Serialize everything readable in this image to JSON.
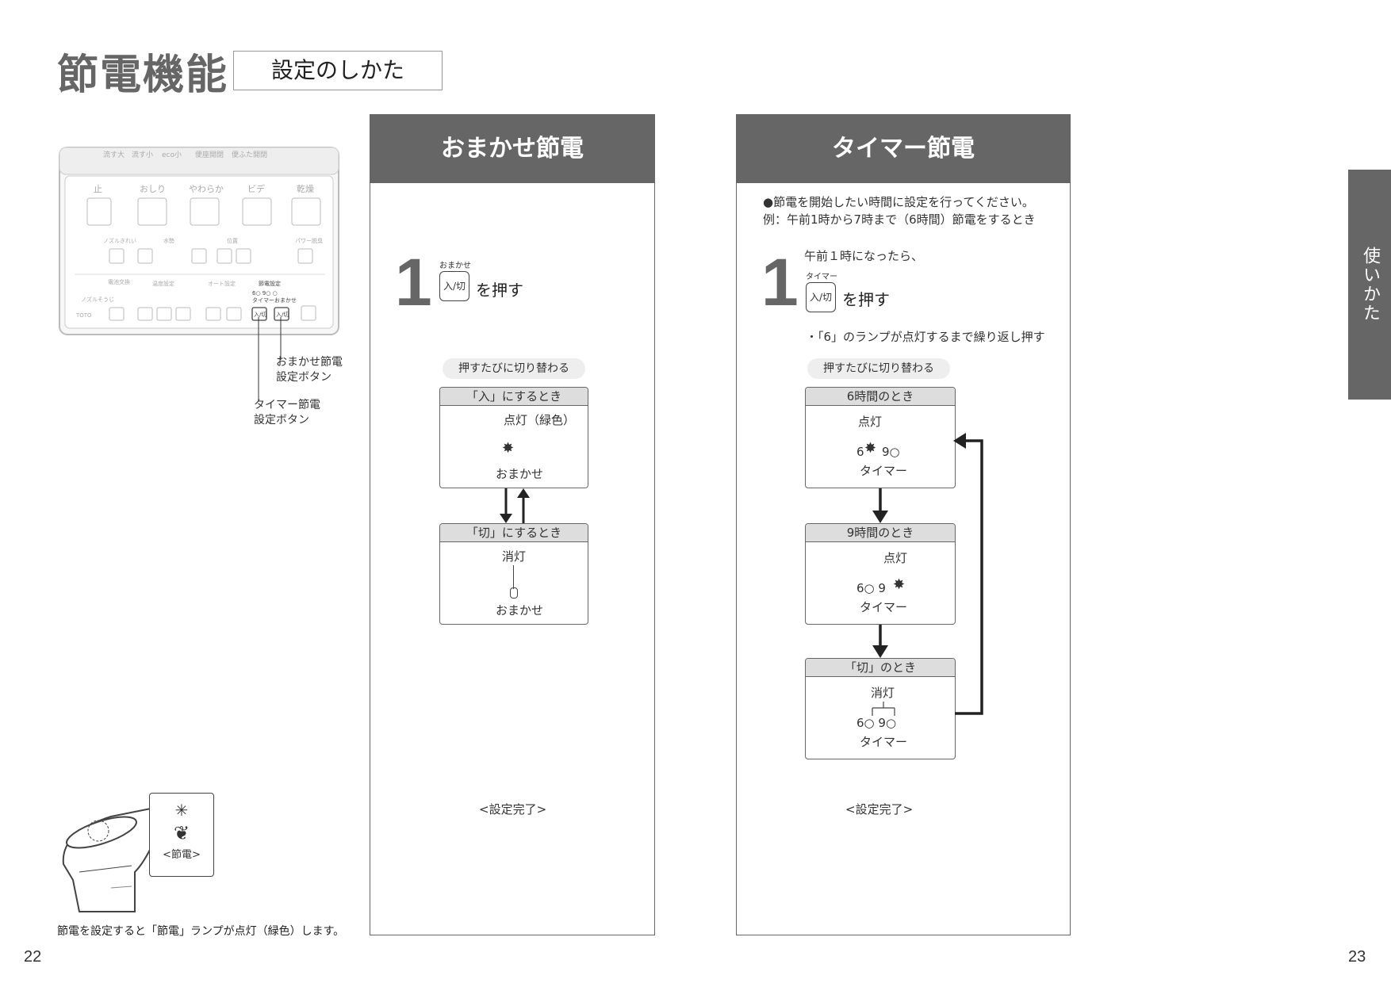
{
  "header": {
    "title": "節電機能",
    "subtitle": "設定のしかた"
  },
  "remote": {
    "top_buttons": [
      "流す大",
      "流す小",
      "eco小",
      "便座開閉",
      "便ふた開閉"
    ],
    "main_labels": [
      "止",
      "おしり",
      "やわらか",
      "ビデ",
      "乾燥"
    ],
    "sub_labels": [
      "ノズルきれい",
      "水勢",
      "位置",
      "パワー脱臭"
    ],
    "bottom_labels": [
      "電池交換",
      "温度設定",
      "オート設定",
      "節電設定"
    ],
    "timer_digits": "6○ 9○ ○",
    "timer_sub": "タイマー",
    "omakase_sub": "おまかせ",
    "nozzle_label": "ノズルそうじ",
    "brand": "TOTO",
    "on_off": "入/切"
  },
  "callouts": {
    "omakase_btn": [
      "おまかせ節電",
      "設定ボタン"
    ],
    "timer_btn": [
      "タイマー節電",
      "設定ボタン"
    ]
  },
  "lamp_note": {
    "label": "<節電>",
    "caption": "節電を設定すると「節電」ランプが点灯（緑色）します。"
  },
  "panel_left": {
    "heading": "おまかせ節電",
    "step_number": "1",
    "button_caption": "おまかせ",
    "button_label": "入/切",
    "action": "を押す",
    "toggle_pill": "押すたびに切り替わる",
    "state_on": {
      "head": "「入」にするとき",
      "status": "点灯（緑色）",
      "label": "おまかせ"
    },
    "state_off": {
      "head": "「切」にするとき",
      "status": "消灯",
      "label": "おまかせ"
    },
    "done": "<設定完了>"
  },
  "panel_right": {
    "heading": "タイマー節電",
    "intro_1": "●節電を開始したい時間に設定を行ってください。",
    "intro_2": "例：午前1時から7時まで（6時間）節電をするとき",
    "step_number": "1",
    "step_lead": "午前１時になったら、",
    "button_caption": "タイマー",
    "button_label": "入/切",
    "action": "を押す",
    "note": "・「6」のランプが点灯するまで繰り返し押す",
    "toggle_pill": "押すたびに切り替わる",
    "state_6": {
      "head": "6時間のとき",
      "status": "点灯",
      "digits_a": "6",
      "digits_b": "9○",
      "label": "タイマー"
    },
    "state_9": {
      "head": "9時間のとき",
      "status": "点灯",
      "digits_a": "6○ 9",
      "label": "タイマー"
    },
    "state_off": {
      "head": "「切」のとき",
      "status": "消灯",
      "digits": "6○ 9○",
      "label": "タイマー"
    },
    "done": "<設定完了>"
  },
  "side_tab": "使いかた",
  "page_left": "22",
  "page_right": "23"
}
